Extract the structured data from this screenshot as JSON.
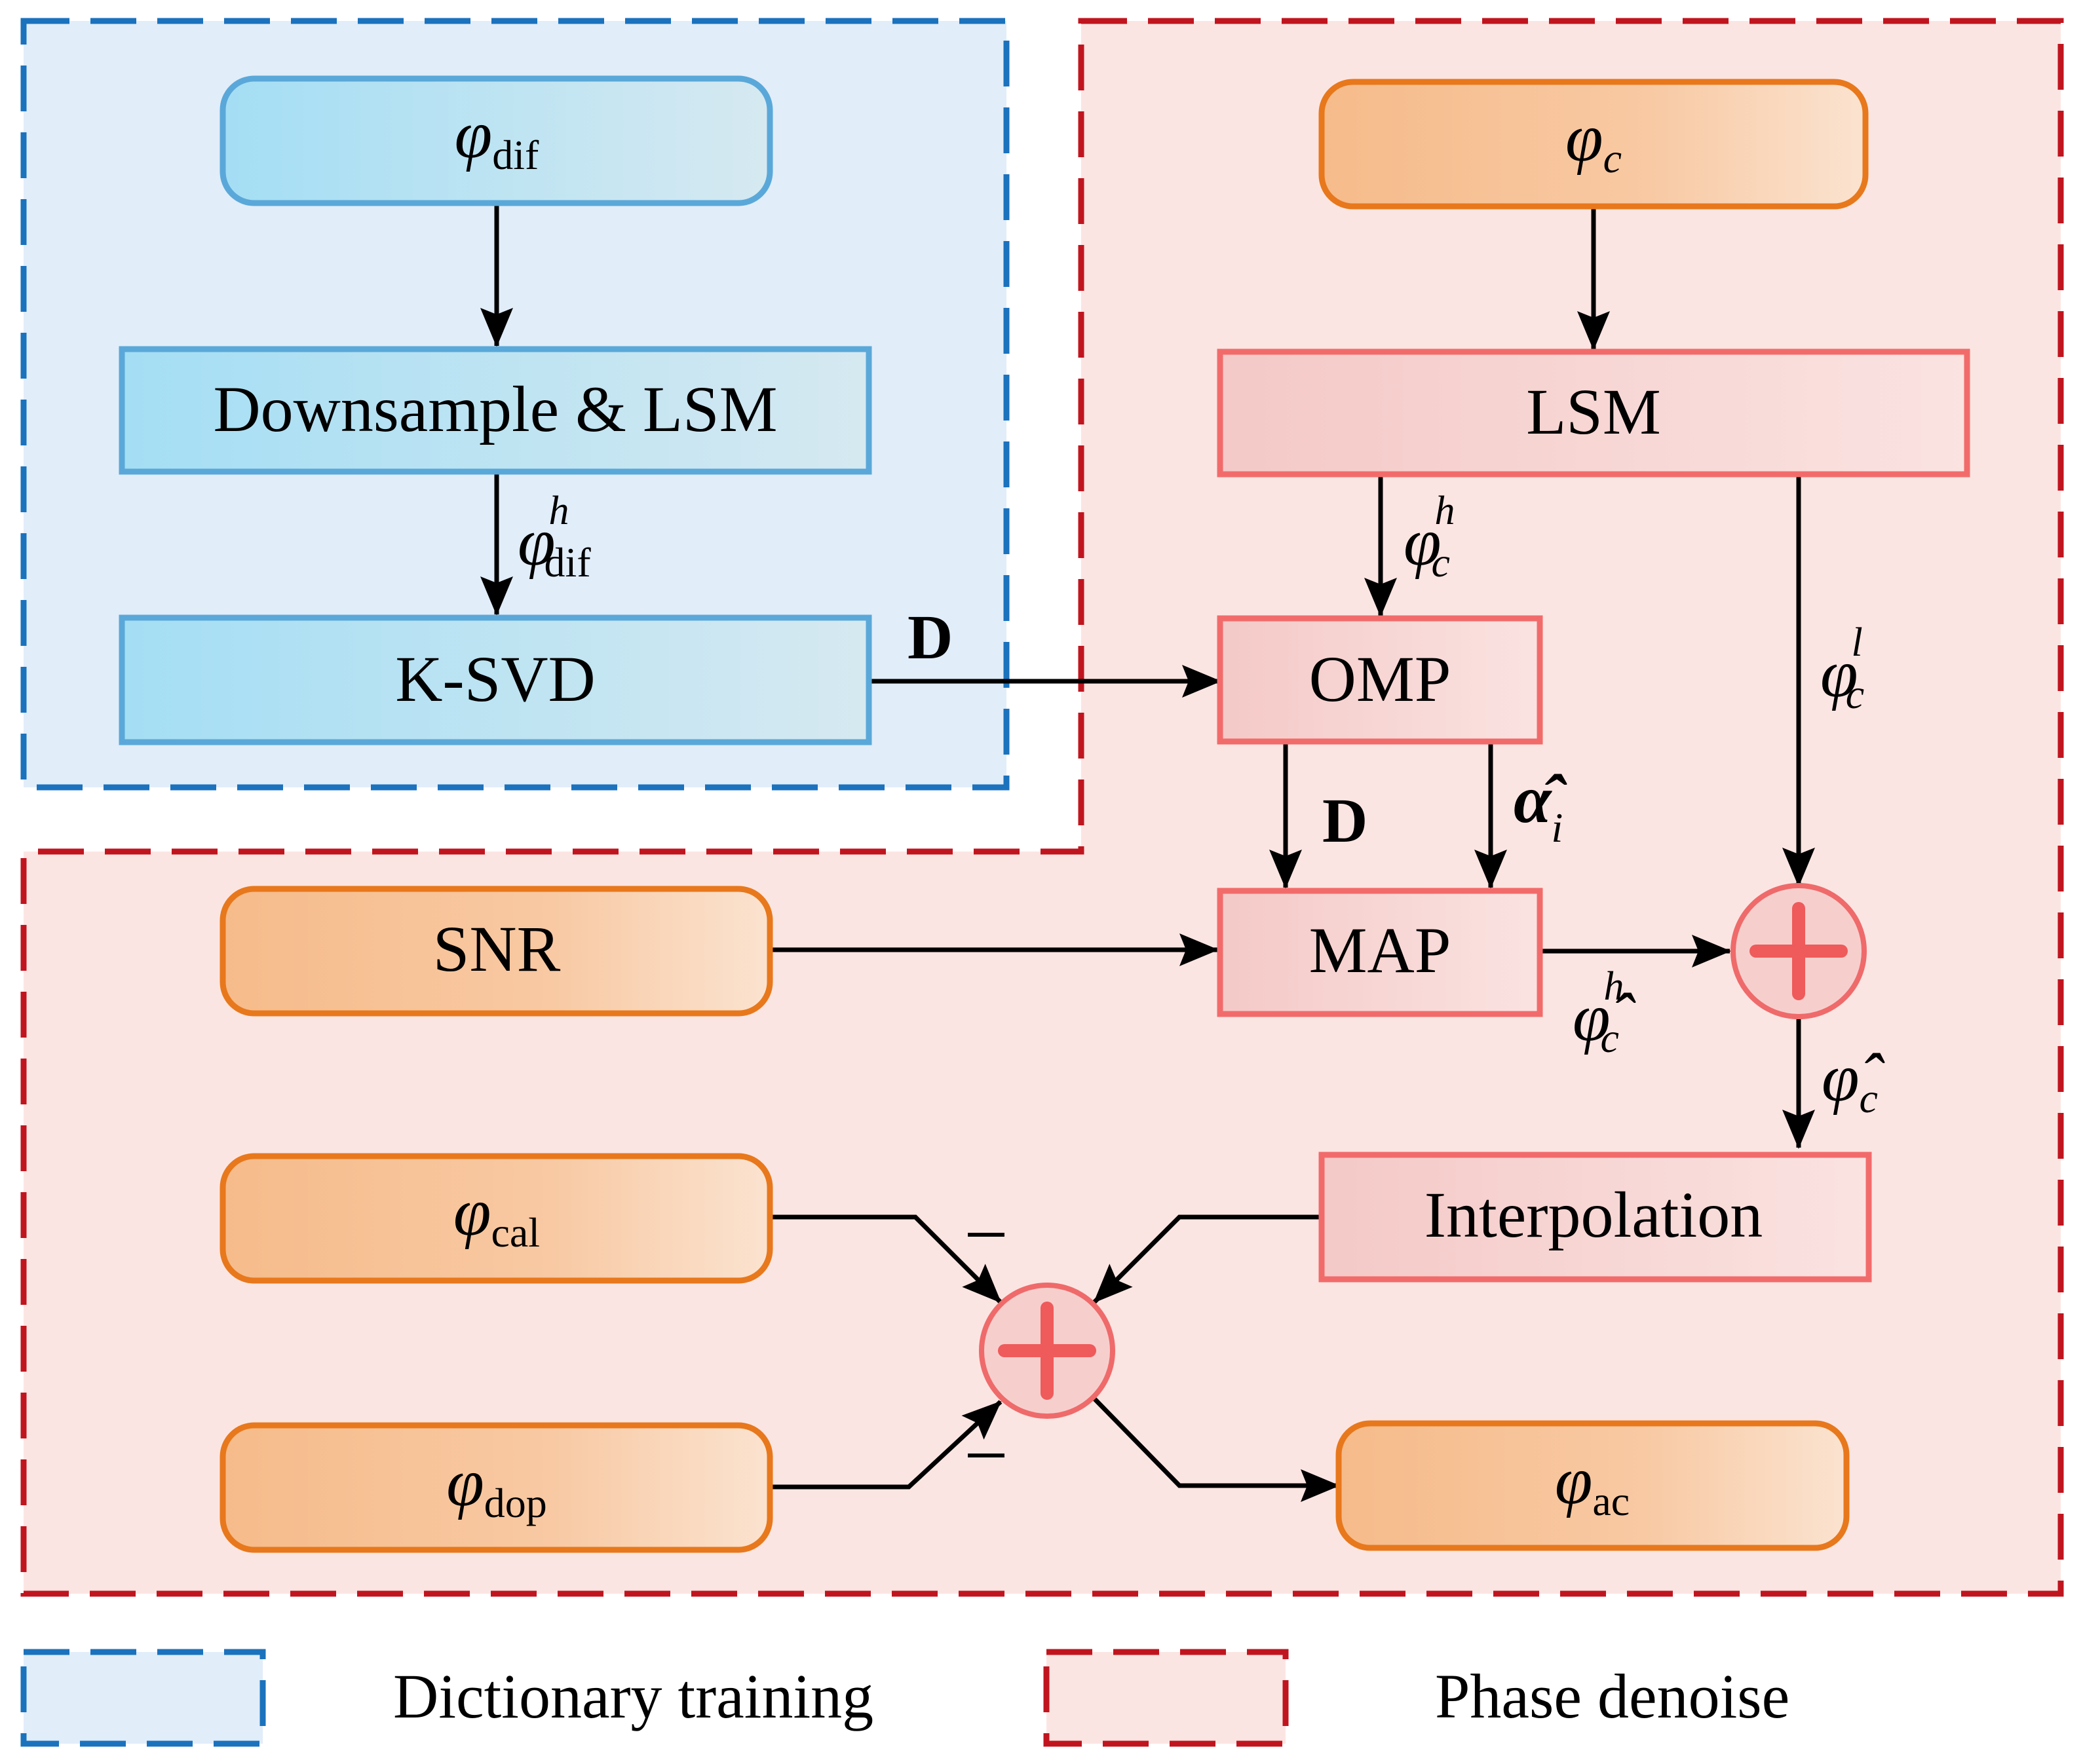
{
  "colors": {
    "blue_region_fill": "#e1edf9",
    "blue_dash": "#1b72bd",
    "red_region_fill": "#fbe5e2",
    "red_dash": "#c0151f",
    "blue_box_stroke": "#5aa8d9",
    "blue_box_fill_start": "#a4def4",
    "blue_box_fill_end": "#d6e9f1",
    "orange_stroke": "#e8781c",
    "orange_fill_start": "#f6bb8a",
    "orange_fill_end": "#fbe3d0",
    "pink_stroke": "#f26b6b",
    "pink_fill_start": "#f4c9c7",
    "pink_fill_end": "#fae3e1",
    "sum_stroke": "#ef6a6a",
    "sum_fill": "#f6cfcd"
  },
  "nodes": {
    "phi_dif": {
      "symbol": "φ",
      "sub": "dif"
    },
    "downsample_lsm": "Downsample & LSM",
    "ksvd": "K-SVD",
    "phi_c": {
      "symbol": "φ",
      "sub": "c"
    },
    "lsm": "LSM",
    "omp": "OMP",
    "map": "MAP",
    "snr": "SNR",
    "interpolation": "Interpolation",
    "phi_cal": {
      "symbol": "φ",
      "sub": "cal"
    },
    "phi_dop": {
      "symbol": "φ",
      "sub": "dop"
    },
    "phi_ac": {
      "symbol": "φ",
      "sub": "ac"
    }
  },
  "edge_labels": {
    "phi_dif_h": {
      "symbol": "φ",
      "sup": "h",
      "sub": "dif"
    },
    "dict_to_omp": "D",
    "phi_c_h": {
      "symbol": "φ",
      "sup": "h",
      "sub": "c"
    },
    "phi_c_l": {
      "symbol": "φ",
      "sup": "l",
      "sub": "c"
    },
    "dict_to_map": "D",
    "alpha_hat": {
      "symbol": "α̂",
      "sub": "i"
    },
    "phi_hat_c_h": {
      "symbol": "φ̂",
      "sup": "h",
      "sub": "c"
    },
    "phi_hat_c": {
      "symbol": "φ̂",
      "sub": "c"
    },
    "minus_top": "−",
    "minus_bottom": "−"
  },
  "legend": {
    "dictionary_training": "Dictionary training",
    "phase_denoise": "Phase denoise"
  }
}
